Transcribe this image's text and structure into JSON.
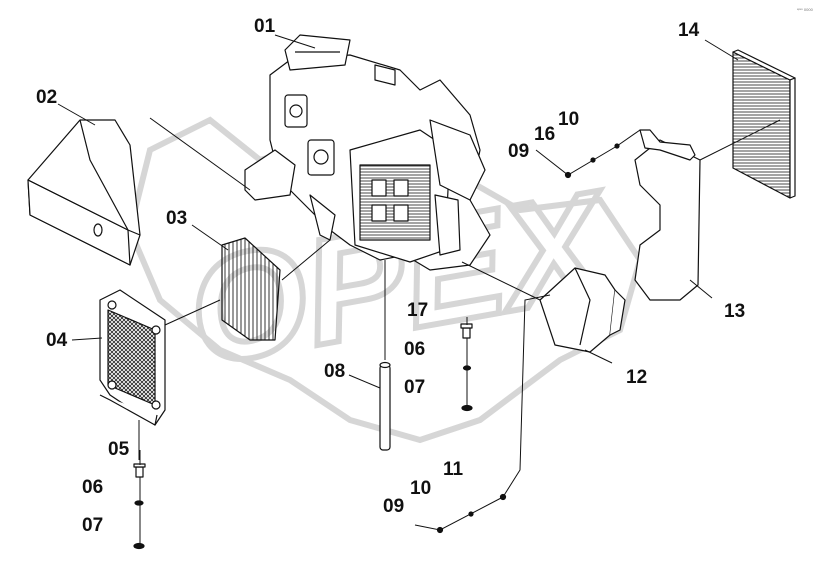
{
  "watermark": {
    "text": "OPEX",
    "color": "#d6d6d6"
  },
  "corner_mark": "ᵉᵖᵉˣ 0000",
  "callouts": [
    {
      "id": "c01",
      "text": "01"
    },
    {
      "id": "c02",
      "text": "02"
    },
    {
      "id": "c03",
      "text": "03"
    },
    {
      "id": "c04",
      "text": "04"
    },
    {
      "id": "c05",
      "text": "05"
    },
    {
      "id": "c06a",
      "text": "06"
    },
    {
      "id": "c06b",
      "text": "06"
    },
    {
      "id": "c07a",
      "text": "07"
    },
    {
      "id": "c07b",
      "text": "07"
    },
    {
      "id": "c08",
      "text": "08"
    },
    {
      "id": "c09a",
      "text": "09"
    },
    {
      "id": "c09b",
      "text": "09"
    },
    {
      "id": "c10a",
      "text": "10"
    },
    {
      "id": "c10b",
      "text": "10"
    },
    {
      "id": "c11",
      "text": "11"
    },
    {
      "id": "c12",
      "text": "12"
    },
    {
      "id": "c13",
      "text": "13"
    },
    {
      "id": "c14",
      "text": "14"
    },
    {
      "id": "c16",
      "text": "16"
    },
    {
      "id": "c17",
      "text": "17"
    }
  ],
  "colors": {
    "line": "#111111",
    "fill": "#ffffff",
    "hatch": "#333333"
  }
}
